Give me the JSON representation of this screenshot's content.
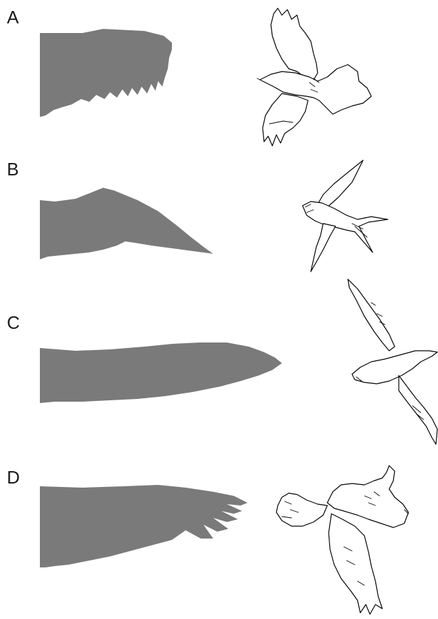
{
  "panels": [
    {
      "letter": "A",
      "wing_shape": "wing-silhouette",
      "bird_icon": "soaring-bird-icon"
    },
    {
      "letter": "B",
      "wing_shape": "wing-silhouette",
      "bird_icon": "swallow-icon"
    },
    {
      "letter": "C",
      "wing_shape": "wing-silhouette",
      "bird_icon": "albatross-icon"
    },
    {
      "letter": "D",
      "wing_shape": "wing-silhouette",
      "bird_icon": "hawk-icon"
    }
  ],
  "colors": {
    "wing_fill": "#7a7a7a",
    "outline": "#000000",
    "background": "#ffffff"
  }
}
